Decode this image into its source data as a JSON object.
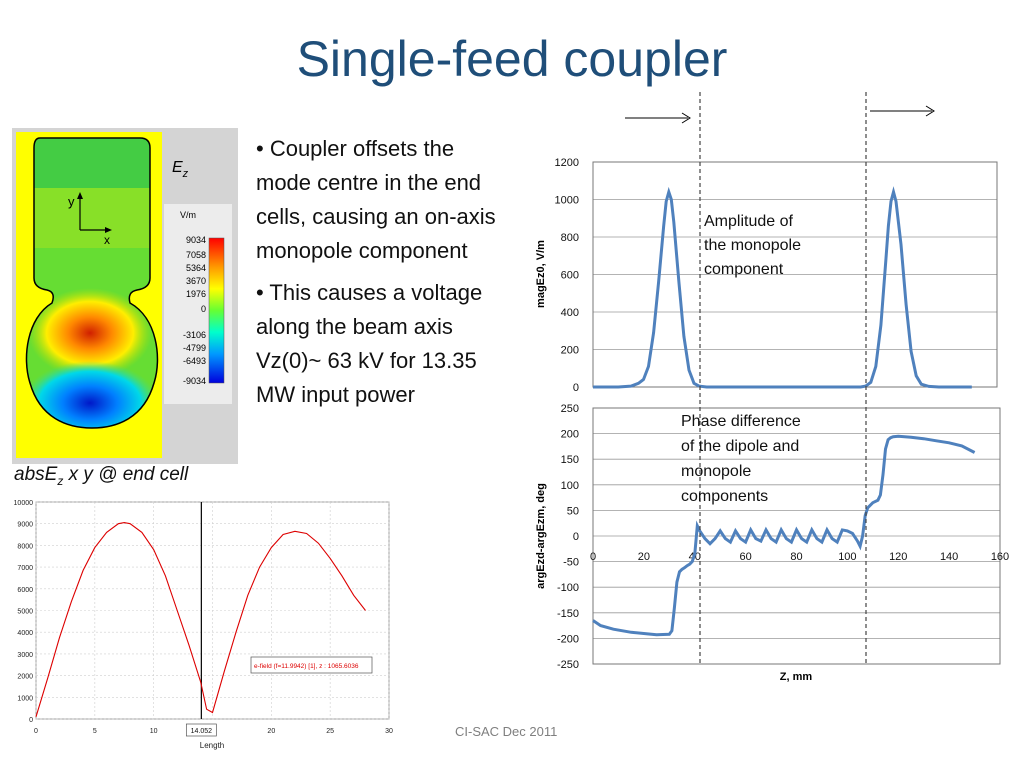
{
  "slide": {
    "title": "Single-feed coupler",
    "bullets": [
      "• Coupler offsets the mode centre in the end cells, causing an on-axis monopole component",
      "• This causes a voltage along the beam axis Vz(0)~ 63 kV for 13.35 MW input power"
    ],
    "sim_label": "E",
    "sim_label_sub": "z",
    "sim_axis_y": "y",
    "sim_axis_x": "x",
    "sim_legend_unit": "V/m",
    "sim_legend_values": [
      "9034",
      "7058",
      "5364",
      "3670",
      "1976",
      "0",
      "-3106",
      "-4799",
      "-6493",
      "-9034"
    ],
    "caption_a": "absE",
    "caption_sub": "z",
    "caption_b": " x  y @ end cell",
    "footer": "CI-SAC Dec 2011"
  },
  "chart_data": [
    {
      "type": "line",
      "ylabel": "magEz0, V/m",
      "xlim": [
        0,
        160
      ],
      "ylim": [
        0,
        1200
      ],
      "yticks": [
        0,
        200,
        400,
        600,
        800,
        1000,
        1200
      ],
      "annotation": [
        "Amplitude of",
        "the monopole",
        "component"
      ],
      "x": [
        0,
        10,
        15,
        18,
        20,
        22,
        24,
        26,
        28,
        29,
        30,
        31,
        32,
        34,
        36,
        38,
        40,
        42,
        45,
        60,
        80,
        100,
        106,
        108,
        110,
        112,
        114,
        116,
        117,
        118,
        119,
        120,
        122,
        124,
        126,
        128,
        130,
        133,
        137,
        150
      ],
      "y": [
        0,
        0,
        5,
        20,
        40,
        110,
        290,
        560,
        860,
        990,
        1040,
        1000,
        880,
        560,
        270,
        90,
        20,
        5,
        0,
        0,
        0,
        0,
        0,
        5,
        25,
        110,
        330,
        680,
        860,
        990,
        1040,
        990,
        760,
        440,
        190,
        60,
        15,
        3,
        0,
        0
      ]
    },
    {
      "type": "line",
      "ylabel": "argEzd-argEzm,  deg",
      "xlabel": "Z, mm",
      "xlim": [
        0,
        160
      ],
      "ylim": [
        -250,
        250
      ],
      "xticks": [
        0,
        20,
        40,
        60,
        80,
        100,
        120,
        140,
        160
      ],
      "yticks": [
        -250,
        -200,
        -150,
        -100,
        -50,
        0,
        50,
        100,
        150,
        200,
        250
      ],
      "annotation": [
        "Phase difference",
        "of the dipole and",
        "monopole",
        "components"
      ],
      "x": [
        0,
        3,
        8,
        15,
        25,
        30,
        31,
        32,
        33,
        34,
        35,
        36,
        37,
        38,
        39,
        40,
        41,
        42,
        44,
        46,
        48,
        50,
        52,
        54,
        56,
        58,
        60,
        62,
        64,
        66,
        68,
        70,
        72,
        74,
        76,
        78,
        80,
        82,
        84,
        86,
        88,
        90,
        92,
        94,
        96,
        98,
        100,
        102,
        104,
        105,
        106,
        107,
        108,
        110,
        112,
        113,
        114,
        115,
        116,
        117,
        118,
        120,
        125,
        130,
        135,
        140,
        145,
        150
      ],
      "y": [
        -165,
        -175,
        -182,
        -188,
        -193,
        -192,
        -185,
        -140,
        -90,
        -70,
        -65,
        -62,
        -58,
        -55,
        -50,
        -35,
        20,
        10,
        -5,
        -15,
        -5,
        10,
        -5,
        -12,
        10,
        -5,
        -12,
        12,
        -5,
        -10,
        12,
        -5,
        -12,
        12,
        -5,
        -12,
        12,
        -5,
        -12,
        12,
        -5,
        -12,
        12,
        -5,
        -12,
        12,
        10,
        5,
        -10,
        -20,
        0,
        40,
        55,
        65,
        70,
        80,
        120,
        170,
        188,
        192,
        194,
        195,
        193,
        190,
        186,
        182,
        176,
        163
      ]
    },
    {
      "type": "line",
      "xlabel": "Length",
      "xlim": [
        0,
        30
      ],
      "ylim": [
        0,
        10000
      ],
      "xticks": [
        0,
        5,
        10,
        15,
        20,
        25,
        30
      ],
      "yticks": [
        0,
        1000,
        2000,
        3000,
        4000,
        5000,
        6000,
        7000,
        8000,
        9000,
        10000
      ],
      "marker_x": 14.052,
      "marker_label": "14.052",
      "legend_text": "e-field (f=11.9942) [1], z : 1065.6036",
      "color": "#dd0000",
      "x": [
        0,
        1,
        2,
        3,
        4,
        5,
        6,
        7,
        7.5,
        8,
        9,
        10,
        11,
        12,
        13,
        14,
        14.5,
        15,
        16,
        17,
        18,
        19,
        20,
        21,
        22,
        23,
        24,
        25,
        26,
        27,
        28
      ],
      "y": [
        100,
        1900,
        3750,
        5400,
        6850,
        7900,
        8600,
        9000,
        9050,
        9000,
        8600,
        7800,
        6600,
        5000,
        3400,
        1700,
        450,
        300,
        2200,
        4000,
        5700,
        7000,
        7900,
        8500,
        8650,
        8550,
        8100,
        7400,
        6600,
        5700,
        5000
      ]
    }
  ]
}
